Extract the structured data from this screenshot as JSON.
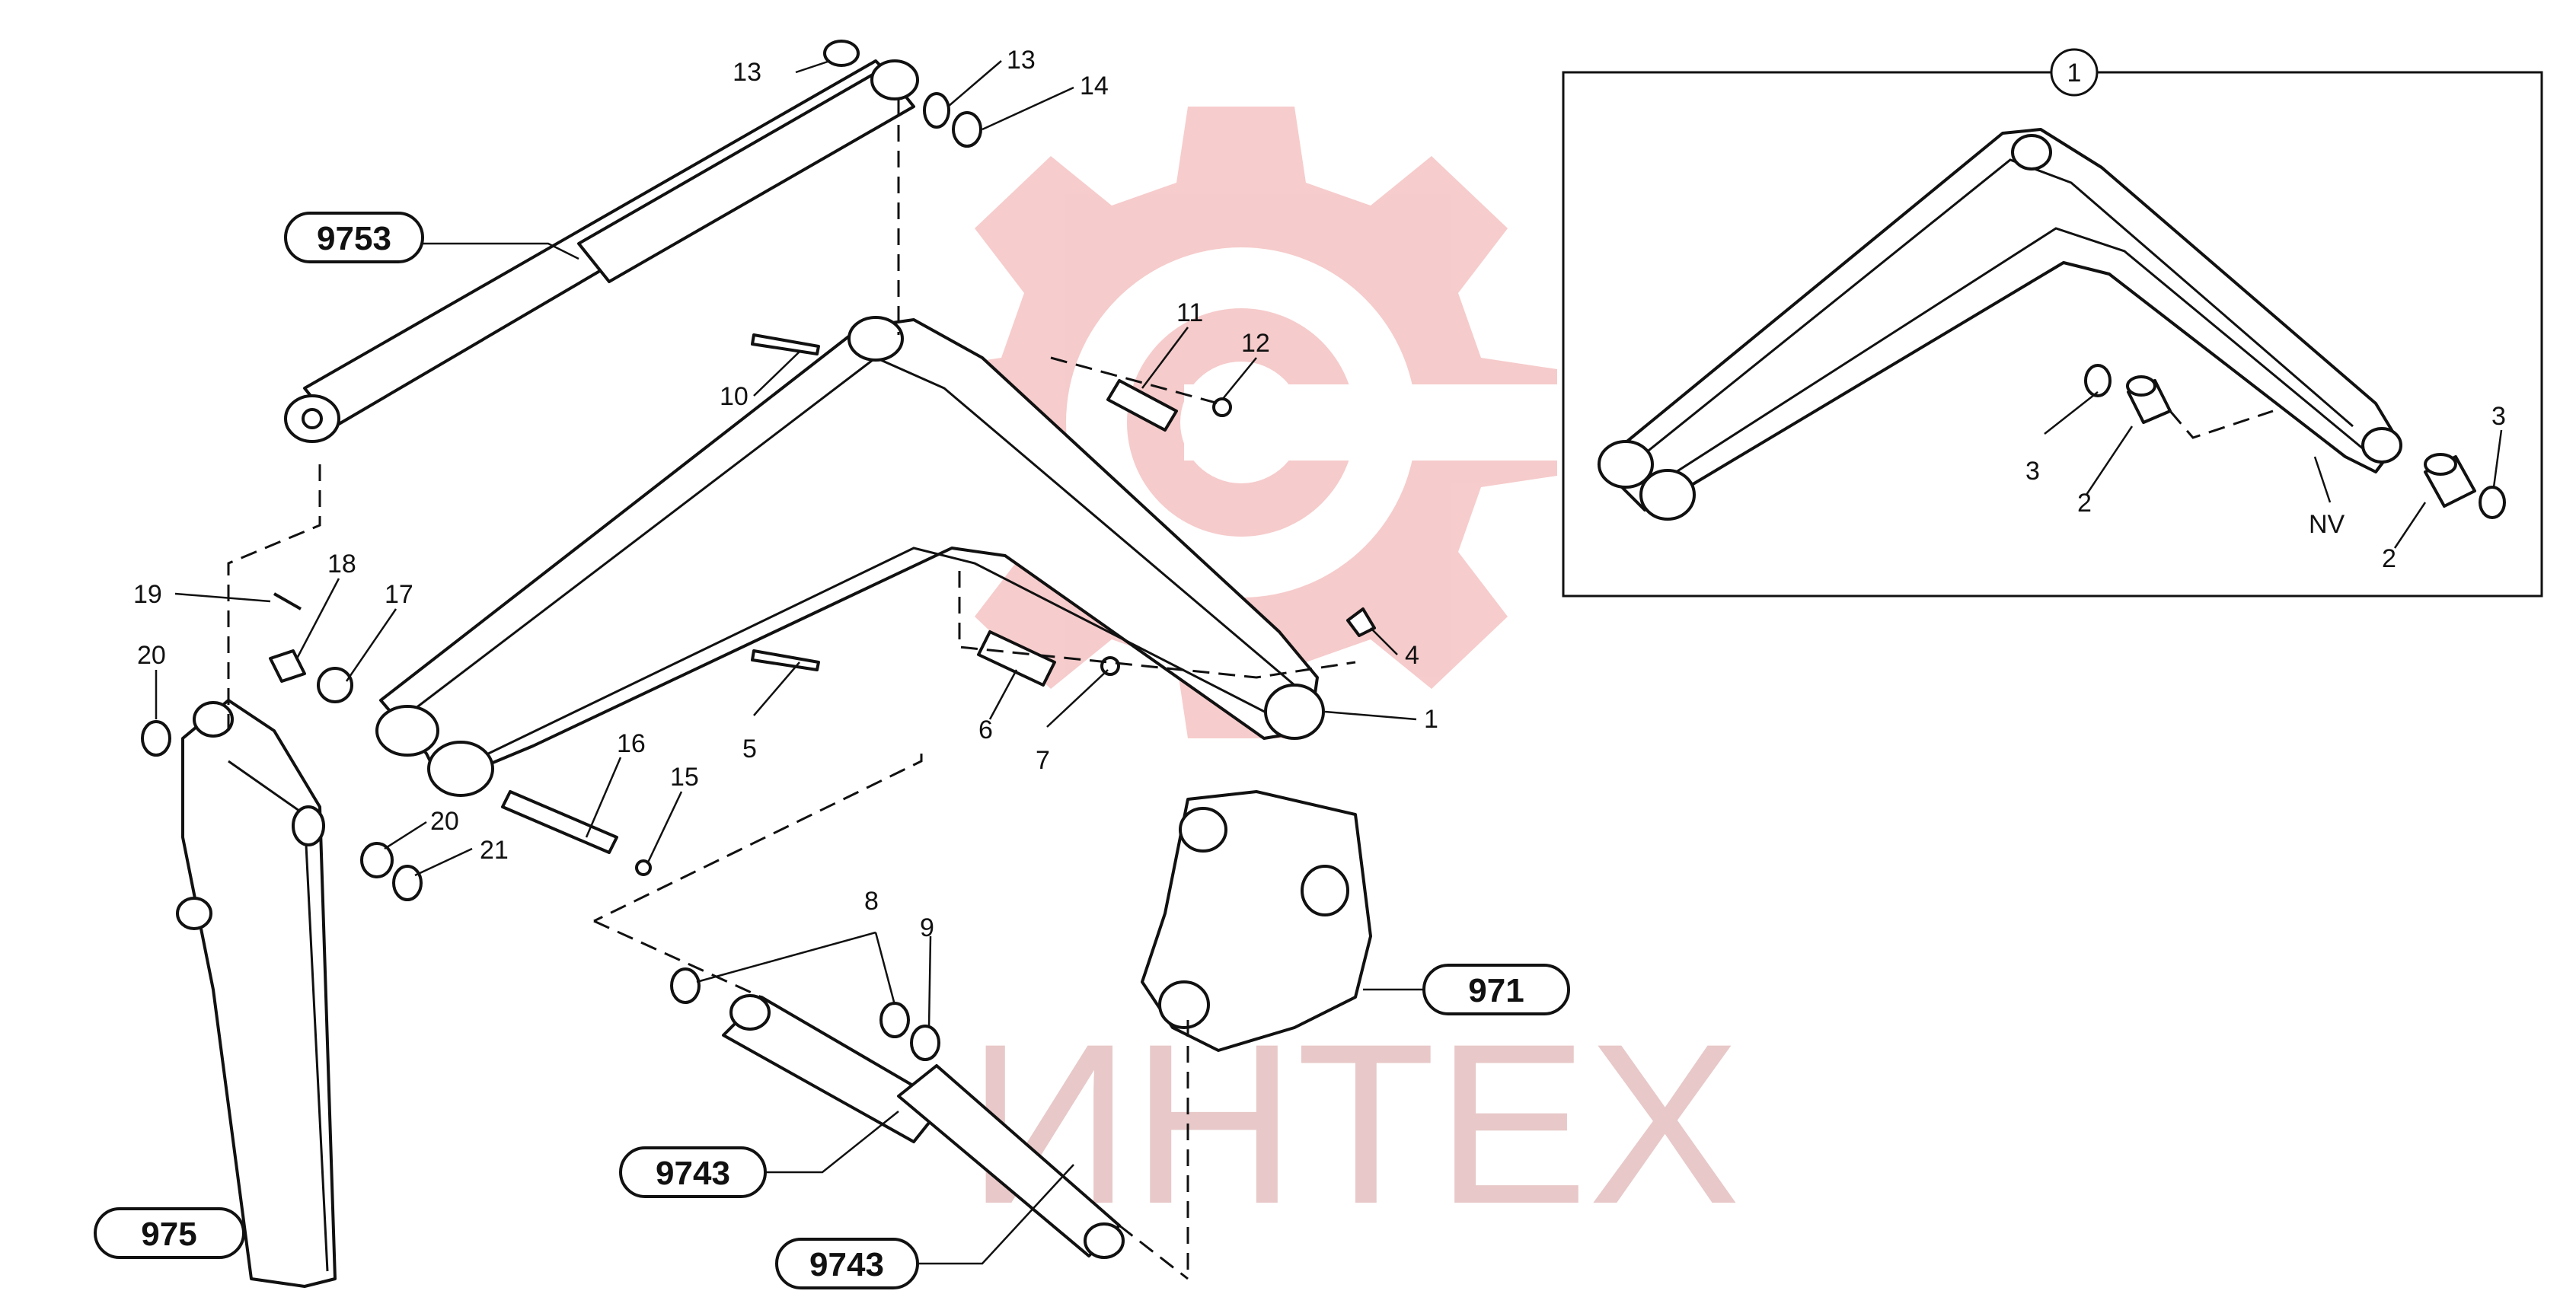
{
  "watermark": {
    "text": "ИНТЕХ",
    "color": "#e8c8c8",
    "gear_color": "#f6c6c6"
  },
  "inset": {
    "marker": "1",
    "note": "NV"
  },
  "references": [
    {
      "id": "ref-9753",
      "label": "9753"
    },
    {
      "id": "ref-975",
      "label": "975"
    },
    {
      "id": "ref-9743-a",
      "label": "9743"
    },
    {
      "id": "ref-9743-b",
      "label": "9743"
    },
    {
      "id": "ref-971",
      "label": "971"
    }
  ],
  "callouts": [
    "13",
    "13",
    "14",
    "10",
    "11",
    "12",
    "19",
    "18",
    "17",
    "20",
    "4",
    "1",
    "5",
    "6",
    "7",
    "16",
    "15",
    "20",
    "21",
    "8",
    "9",
    "3",
    "2",
    "3",
    "NV",
    "2"
  ]
}
